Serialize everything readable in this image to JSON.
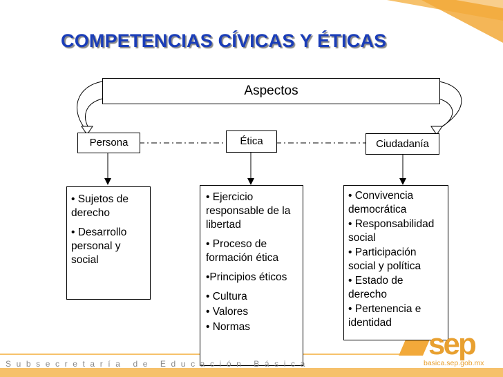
{
  "title": "COMPETENCIAS CÍVICAS Y ÉTICAS",
  "aspects_label": "Aspectos",
  "nodes": {
    "persona": "Persona",
    "etica": "Ética",
    "ciudadania": "Ciudadanía"
  },
  "cards": {
    "persona": [
      "• Sujetos de derecho",
      "• Desarrollo personal y social"
    ],
    "etica": [
      "• Ejercicio responsable de la libertad",
      "• Proceso de formación ética",
      "•Principios éticos",
      "• Cultura",
      "• Valores",
      "• Normas"
    ],
    "ciudadania": [
      "• Convivencia democrática",
      "• Responsabilidad social",
      "• Participación social y política",
      "• Estado de derecho",
      "• Pertenencia e identidad"
    ]
  },
  "footer": {
    "org": "Subsecretaría de Educación Básica",
    "url": "basica.sep.gob.mx",
    "logo": "sep"
  },
  "colors": {
    "title": "#1a3db8",
    "accent_orange": "#e8a030"
  }
}
